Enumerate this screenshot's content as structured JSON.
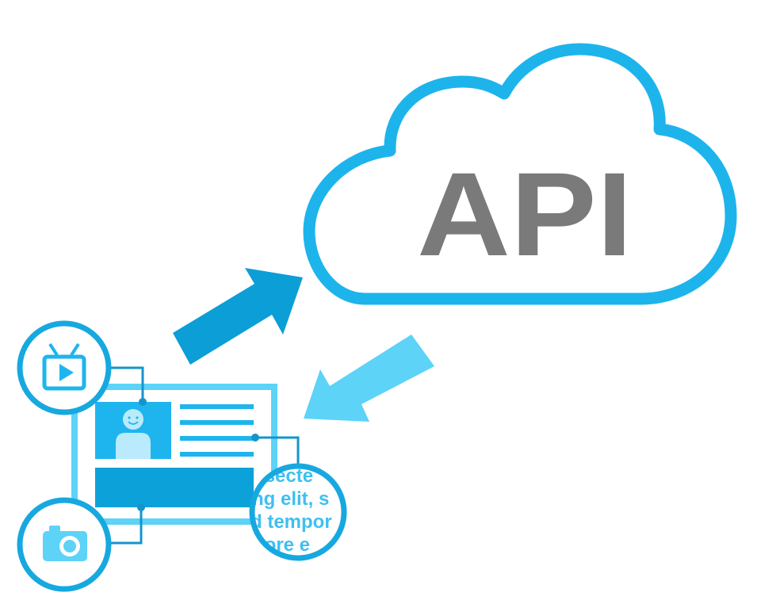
{
  "cloud": {
    "label": "API"
  },
  "magnifier": {
    "lines": [
      "nsecte",
      "ng elit, s",
      "d tempor",
      "bore e"
    ]
  },
  "icons": {
    "tv": "tv-play-icon",
    "camera": "camera-icon",
    "avatar": "smiley-person-icon"
  },
  "arrows": {
    "outgoing": "arrow-to-cloud",
    "incoming": "arrow-from-cloud"
  },
  "colors": {
    "cloud_stroke": "#1DB4EC",
    "api_text": "#7A7A7A",
    "arrow_dark": "#0C9ED6",
    "arrow_light": "#5CD3F7",
    "panel_light": "#5CD3F7",
    "bar_dark": "#0CA2D9",
    "avatar_fill": "#B9EBFC",
    "circle_stroke": "#17A8E0",
    "text_blue": "#3FBFF0"
  }
}
